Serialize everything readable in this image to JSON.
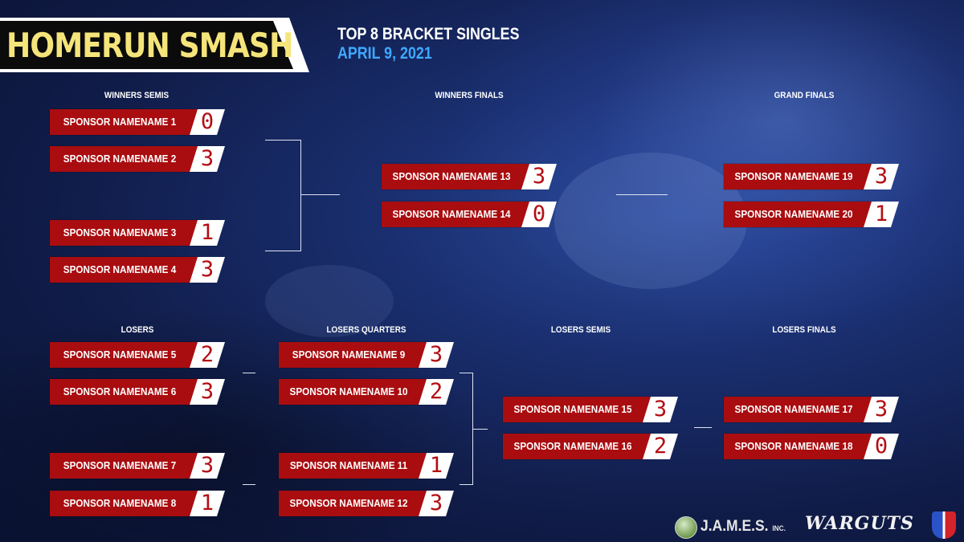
{
  "title": "HOMERUN SMASH",
  "subtitle": "TOP 8 BRACKET SINGLES",
  "date": "APRIL 9, 2021",
  "rounds": {
    "winners_semis": "WINNERS SEMIS",
    "winners_finals": "WINNERS FINALS",
    "grand_finals": "GRAND FINALS",
    "losers": "LOSERS",
    "losers_quarters": "LOSERS QUARTERS",
    "losers_semis": "LOSERS SEMIS",
    "losers_finals": "LOSERS FINALS"
  },
  "players": [
    {
      "name": "SPONSOR NAMENAME 1",
      "score": "0"
    },
    {
      "name": "SPONSOR NAMENAME 2",
      "score": "3"
    },
    {
      "name": "SPONSOR NAMENAME 3",
      "score": "1"
    },
    {
      "name": "SPONSOR NAMENAME 4",
      "score": "3"
    },
    {
      "name": "SPONSOR NAMENAME 5",
      "score": "2"
    },
    {
      "name": "SPONSOR NAMENAME 6",
      "score": "3"
    },
    {
      "name": "SPONSOR NAMENAME 7",
      "score": "3"
    },
    {
      "name": "SPONSOR NAMENAME 8",
      "score": "1"
    },
    {
      "name": "SPONSOR NAMENAME 9",
      "score": "3"
    },
    {
      "name": "SPONSOR NAMENAME 10",
      "score": "2"
    },
    {
      "name": "SPONSOR NAMENAME 11",
      "score": "1"
    },
    {
      "name": "SPONSOR NAMENAME 12",
      "score": "3"
    },
    {
      "name": "SPONSOR NAMENAME 13",
      "score": "3"
    },
    {
      "name": "SPONSOR NAMENAME 14",
      "score": "0"
    },
    {
      "name": "SPONSOR NAMENAME 15",
      "score": "3"
    },
    {
      "name": "SPONSOR NAMENAME 16",
      "score": "2"
    },
    {
      "name": "SPONSOR NAMENAME 17",
      "score": "3"
    },
    {
      "name": "SPONSOR NAMENAME 18",
      "score": "0"
    },
    {
      "name": "SPONSOR NAMENAME 19",
      "score": "3"
    },
    {
      "name": "SPONSOR NAMENAME 20",
      "score": "1"
    }
  ],
  "footer": {
    "james": "J.A.M.E.S.",
    "james_suffix": "INC.",
    "warguts": "WARGUTS"
  },
  "colors": {
    "accent_title": "#f5e47a",
    "accent_date": "#3fa8ff",
    "name_bar": "#a90d10",
    "score_text": "#b40d12"
  }
}
